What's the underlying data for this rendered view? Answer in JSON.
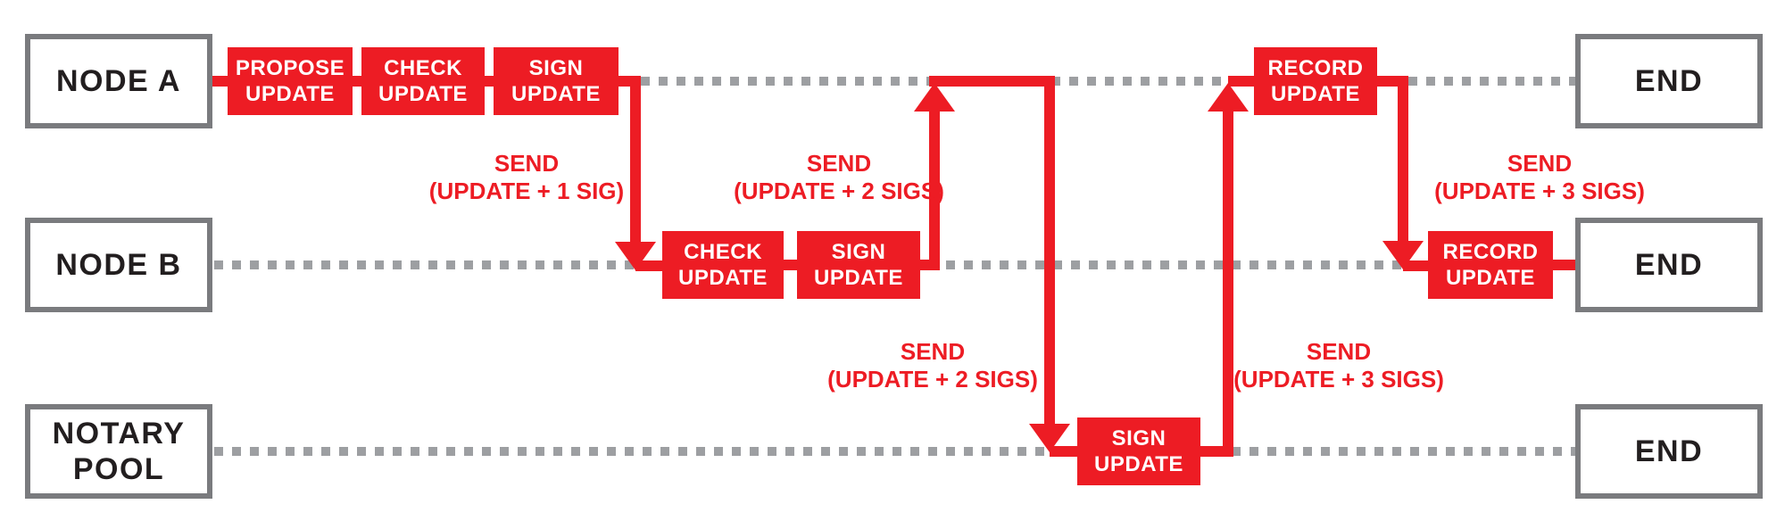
{
  "lanes": {
    "node_a": {
      "label": "NODE A",
      "end_label": "END"
    },
    "node_b": {
      "label": "NODE B",
      "end_label": "END"
    },
    "notary_pool": {
      "label": "NOTARY\nPOOL",
      "end_label": "END"
    }
  },
  "steps": {
    "node_a_propose": "PROPOSE\nUPDATE",
    "node_a_check": "CHECK\nUPDATE",
    "node_a_sign": "SIGN\nUPDATE",
    "node_b_check": "CHECK\nUPDATE",
    "node_b_sign": "SIGN\nUPDATE",
    "notary_sign": "SIGN\nUPDATE",
    "node_a_record": "RECORD\nUPDATE",
    "node_b_record": "RECORD\nUPDATE"
  },
  "messages": {
    "send_update_1_sig": "SEND\n(UPDATE + 1 SIG)",
    "send_update_2_sigs_to_node_a": "SEND\n(UPDATE + 2 SIGS)",
    "send_update_2_sigs_to_notary": "SEND\n(UPDATE + 2 SIGS)",
    "send_update_3_sigs_to_node_a": "SEND\n(UPDATE + 3 SIGS)",
    "send_update_3_sigs_to_node_b": "SEND\n(UPDATE + 3 SIGS)"
  },
  "colors": {
    "red": "#ED1C24",
    "box_border_gray": "#7A7B7E",
    "dotted_line_gray": "#9D9FA2",
    "text_black": "#221E1F"
  }
}
